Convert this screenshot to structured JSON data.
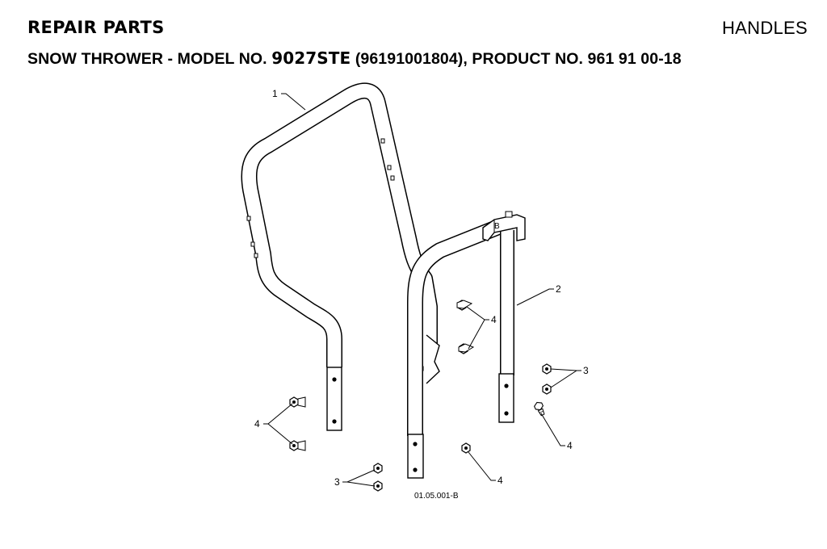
{
  "header": {
    "section": "REPAIR PARTS",
    "category": "HANDLES"
  },
  "subtitle": {
    "prefix": "SNOW THROWER - MODEL NO. ",
    "model_no": "9027STE",
    "suffix": " (96191001804), PRODUCT NO. 961 91 00-18"
  },
  "diagram": {
    "drawing_code": "01.05.001-B",
    "bracket_mark": "B",
    "callouts": {
      "upper_handle": "1",
      "lower_handle": "2",
      "bolts_right": "3",
      "bolts_bottom": "3",
      "nuts_left": "4",
      "nuts_center": "4",
      "nut_bottom": "4",
      "bolt_right": "4"
    }
  }
}
